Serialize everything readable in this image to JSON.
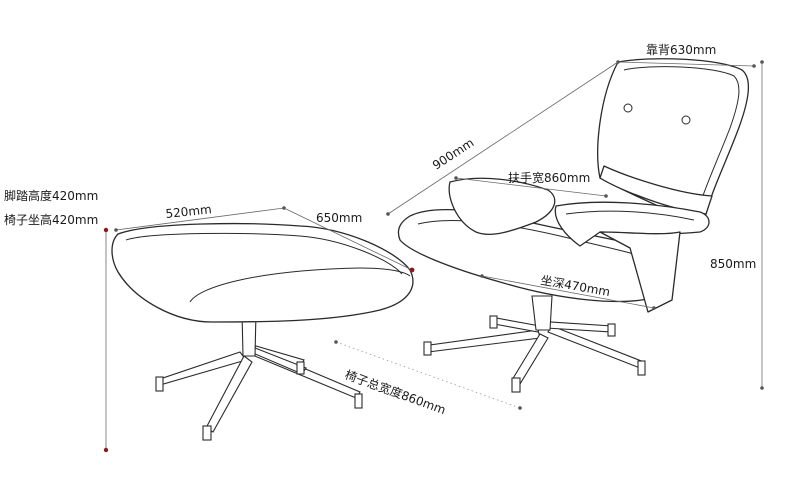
{
  "labels": {
    "backrest": "靠背630mm",
    "depth": "900mm",
    "armrest": "扶手宽860mm",
    "footrest_height": "脚踏高度420mm",
    "seat_height": "椅子坐高420mm",
    "ottoman_width": "520mm",
    "ottoman_depth": "650mm",
    "height": "850mm",
    "seat_depth": "坐深470mm",
    "total_width": "椅子总宽度860mm"
  },
  "colors": {
    "line": "#2a2a2a",
    "dimension": "#6a6a6a",
    "marker": "#8a1a1a"
  }
}
